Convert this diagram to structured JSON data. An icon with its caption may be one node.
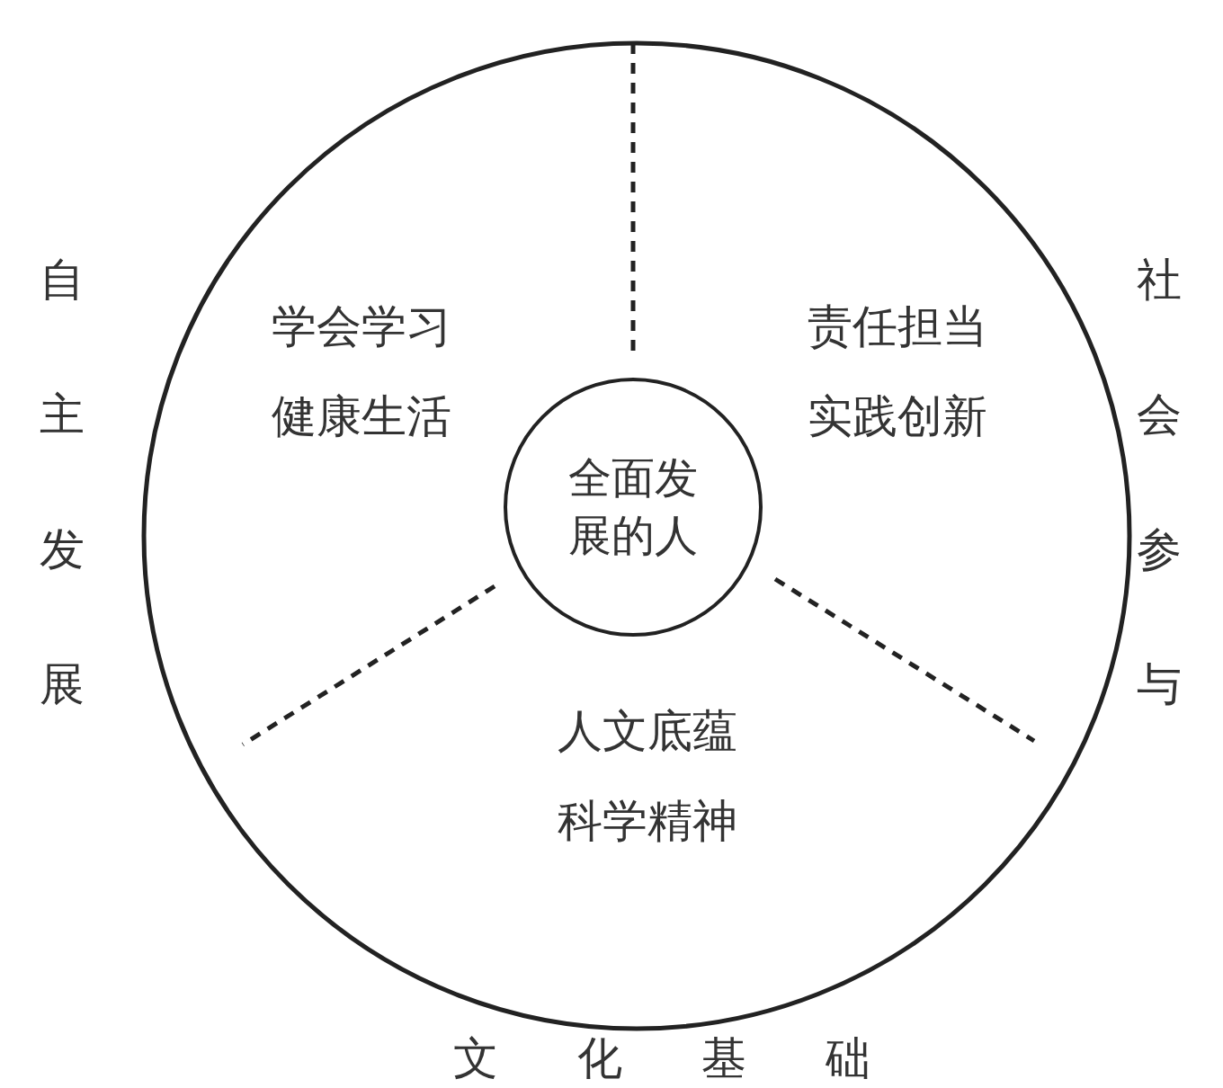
{
  "diagram": {
    "nodes": [
      {
        "text": [],
        "shape": "circle"
      },
      {
        "text": [
          "学会学习",
          "健康生活"
        ],
        "in": 0
      },
      {
        "text": [
          "责任担当",
          "实践创新"
        ],
        "in": 0
      },
      {
        "text": [
          "全面发展的人"
        ],
        "in": 0
      },
      {
        "text": [
          "人文底蕴",
          "科学精神"
        ],
        "in": 0
      }
    ],
    "labels": [
      "自主发展",
      "社会参与",
      "文化基础"
    ]
  }
}
